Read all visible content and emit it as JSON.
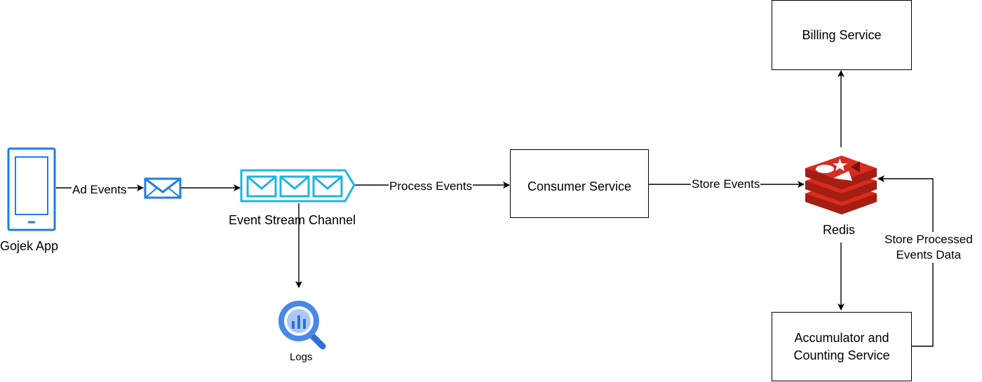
{
  "nodes": {
    "gojek_app": {
      "label": "Gojek App",
      "icon": "mobile-phone-icon"
    },
    "envelope": {
      "icon": "envelope-icon"
    },
    "event_stream": {
      "label": "Event Stream Channel",
      "icon": "message-queue-icon"
    },
    "logs": {
      "label": "Logs",
      "icon": "bigquery-icon"
    },
    "consumer_service": {
      "label": "Consumer Service"
    },
    "redis": {
      "label": "Redis",
      "icon": "redis-icon"
    },
    "billing_service": {
      "label": "Billing Service"
    },
    "accumulator_service": {
      "label_line1": "Accumulator and",
      "label_line2": "Counting Service"
    }
  },
  "edges": {
    "ad_events": "Ad Events",
    "process_events": "Process Events",
    "store_events": "Store Events",
    "store_processed_line1": "Store Processed",
    "store_processed_line2": "Events Data"
  },
  "colors": {
    "phone": "#1e7fe0",
    "envelope": "#1e7fe0",
    "queue": "#1fb5e0",
    "logs_blue": "#4a88e8",
    "logs_dark": "#2f6fd6",
    "redis_dark": "#a41e11",
    "redis_mid": "#c6302b",
    "redis_light": "#d82c20"
  }
}
